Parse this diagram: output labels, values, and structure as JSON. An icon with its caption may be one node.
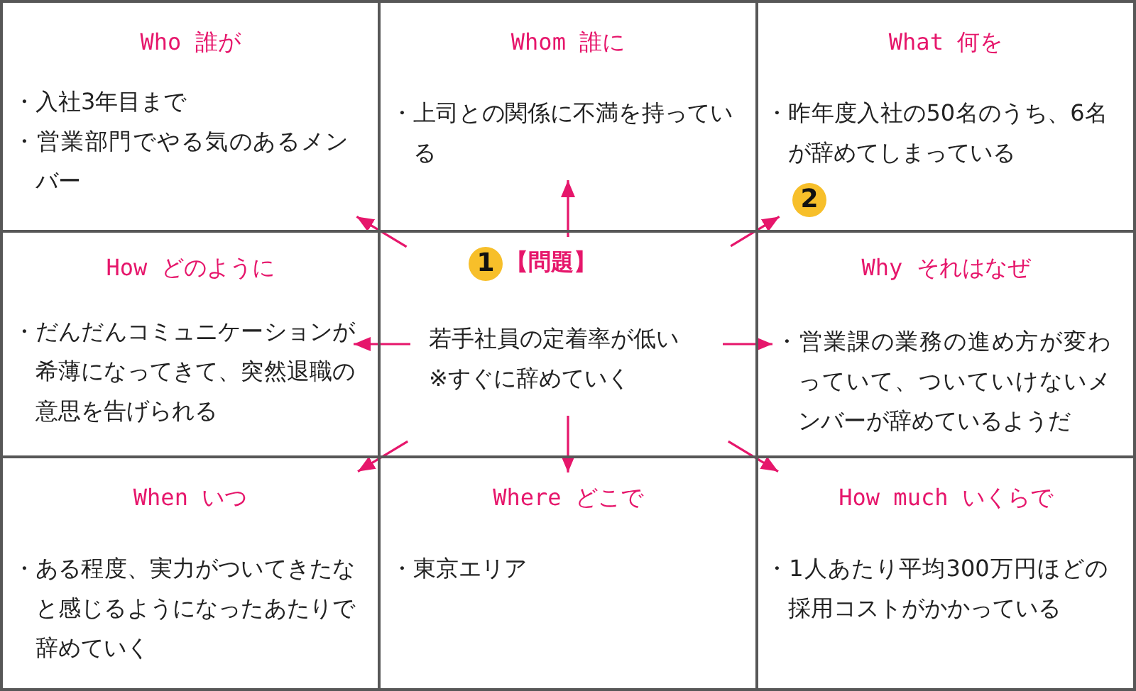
{
  "diagram": {
    "nodes": [
      {
        "text": [
          "Who 誰が",
          "・入社3年目まで",
          "・営業部門でやる気のあるメンバー"
        ]
      },
      {
        "text": [
          "Whom 誰に",
          "・上司との関係に不満を持っている"
        ]
      },
      {
        "text": [
          "What 何を",
          "・昨年度入社の50名のうち、6名が辞めてしまっている"
        ]
      },
      {
        "text": [
          "How どのように",
          "・だんだんコミュニケーションが希薄になってきて、突然退職の意思を告げられる"
        ]
      },
      {
        "text": [
          "【問題】",
          "若手社員の定着率が低い",
          "※すぐに辞めていく"
        ]
      },
      {
        "text": [
          "Why それはなぜ",
          "・営業課の業務の進め方が変わっていて、ついていけないメンバーが辞めているようだ"
        ]
      },
      {
        "text": [
          "When いつ",
          "・ある程度、実力がついてきたなと感じるようになったあたりで辞めていく"
        ]
      },
      {
        "text": [
          "Where どこで",
          "・東京エリア"
        ]
      },
      {
        "text": [
          "How much いくらで",
          "・1人あたり平均300万円ほどの採用コストがかかっている"
        ]
      }
    ],
    "edges": [
      {
        "from": 4,
        "to": 0,
        "arrow": "to"
      },
      {
        "from": 4,
        "to": 1,
        "arrow": "to"
      },
      {
        "from": 4,
        "to": 2,
        "arrow": "to"
      },
      {
        "from": 4,
        "to": 3,
        "arrow": "to"
      },
      {
        "from": 4,
        "to": 5,
        "arrow": "to"
      },
      {
        "from": 4,
        "to": 6,
        "arrow": "to"
      },
      {
        "from": 4,
        "to": 7,
        "arrow": "to"
      },
      {
        "from": 4,
        "to": 8,
        "arrow": "to"
      }
    ],
    "labels": [
      "1",
      "2"
    ]
  }
}
